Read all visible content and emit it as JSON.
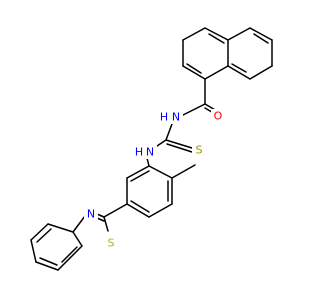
{
  "atom_labels": {
    "amide_oxygen": "O",
    "amide_nitrogen": "N",
    "thioamide_nitrogen": "N",
    "thiocarbonyl_sulfur": "S",
    "thiazole_nitrogen": "N",
    "thiazole_sulfur": "S",
    "amide_nh_h": "H",
    "thio_nh_h": "H"
  },
  "colors": {
    "bond": "#000000",
    "oxygen": "#ff0000",
    "nitrogen": "#0000ff",
    "sulfur_thiocarbonyl": "#999900",
    "sulfur_ring": "#b3b300"
  }
}
